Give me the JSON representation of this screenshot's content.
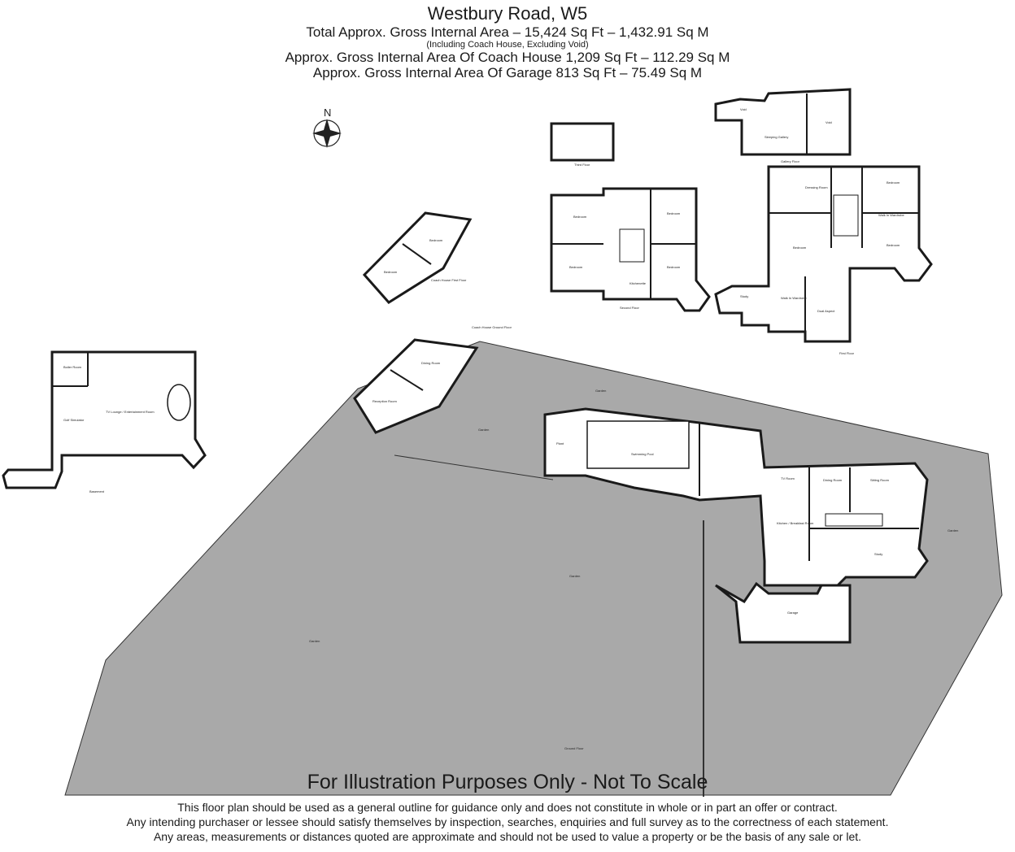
{
  "header": {
    "title": "Westbury Road, W5",
    "total_area": "Total Approx. Gross Internal Area – 15,424 Sq Ft – 1,432.91 Sq M",
    "total_area_note": "(Including Coach House, Excluding Void)",
    "coach_house_area": "Approx. Gross Internal Area Of Coach House 1,209 Sq Ft – 112.29 Sq M",
    "garage_area": "Approx. Gross Internal Area Of Garage 813 Sq Ft – 75.49 Sq M"
  },
  "compass": {
    "label": "N"
  },
  "floors": {
    "basement": "Basement",
    "ground": "Ground Floor",
    "first": "First Floor",
    "second": "Second Floor",
    "third": "Third Floor",
    "gallery": "Gallery Floor",
    "coach_first": "Coach House First Floor",
    "coach_ground": "Coach House Ground Floor"
  },
  "rooms": {
    "tv_lounge": "TV Lounge / Entertainment Room",
    "golf_simulator": "Golf Simulator",
    "boiler_room": "Boiler Room",
    "swimming_pool": "Swimming Pool",
    "plant": "Plant",
    "kitchen": "Kitchen / Breakfast Room",
    "dining_room": "Dining Room",
    "sitting_room": "Sitting Room",
    "study": "Study",
    "garage": "Garage",
    "tv_room": "TV Room",
    "reception_room": "Reception Room",
    "bedroom": "Bedroom",
    "dressing_room": "Dressing Room",
    "walk_in_wardrobe": "Walk In Wardrobe",
    "void": "Void",
    "sleeping_gallery": "Sleeping Gallery",
    "dual_aspect": "Dual Aspect",
    "kitchenette": "Kitchenette",
    "garden": "Garden"
  },
  "footer": {
    "disclaimer_title": "For Illustration Purposes Only - Not To Scale",
    "disclaimer_line_1": "This floor plan should be used as a general outline for guidance only and does not constitute in whole or in part an offer or contract.",
    "disclaimer_line_2": "Any intending purchaser or lessee should satisfy themselves by inspection, searches, enquiries and full survey as to the correctness of each statement.",
    "disclaimer_line_3": "Any areas, measurements or distances quoted are approximate and should not be used to value a property or be the basis of any sale or let."
  },
  "colors": {
    "garden_fill": "#a9a9a9",
    "wall": "#1a1a1a",
    "room_fill": "#ffffff"
  }
}
